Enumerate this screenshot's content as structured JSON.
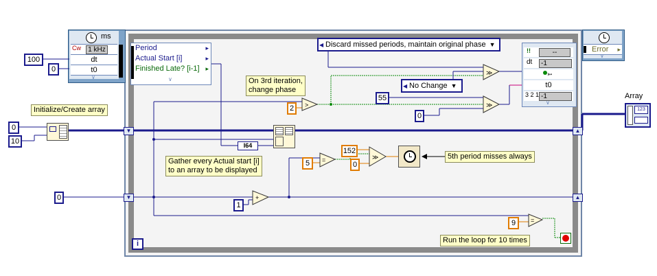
{
  "left_timed": {
    "unit": "ms",
    "rows": [
      {
        "label": "1 kHz",
        "prefix": "Cw"
      },
      {
        "label": "dt"
      },
      {
        "label": "t0"
      }
    ]
  },
  "left_inputs": {
    "dt_const": "100",
    "t0_const": "0"
  },
  "right_timed": {
    "row_label": "Error"
  },
  "left_data_node": {
    "rows": [
      "Period",
      "Actual Start [i]",
      "Finished Late? [i-1]"
    ]
  },
  "discard_dropdown": "Discard missed periods, maintain original phase",
  "no_change_dropdown": "No Change",
  "right_data_node": {
    "rows": [
      {
        "label": "!!",
        "value": "--"
      },
      {
        "label": "dt",
        "value": "-1"
      },
      {
        "label": "",
        "value": ""
      },
      {
        "label": "t0",
        "value": ""
      },
      {
        "label": "3 2 1",
        "value": "-1"
      }
    ]
  },
  "notes": {
    "third_iteration": "On 3rd iteration,\nchange phase",
    "init_array": "Initialize/Create array",
    "gather": "Gather every Actual start [i]\nto an array to be displayed",
    "fifth_period": "5th period misses always",
    "run_loop": "Run the loop for 10 times"
  },
  "constants": {
    "c2": "2",
    "c55": "55",
    "c0_select": "0",
    "c152": "152",
    "c0_small": "0",
    "c5": "5",
    "c1": "1",
    "c9": "9",
    "init_value": "0",
    "init_size": "10",
    "shift_init": "0",
    "i64_label": "I64"
  },
  "array_indicator": {
    "label": "Array",
    "type_text": "123"
  },
  "iteration_terminal": "i",
  "colors": {
    "wire_blue": "#1a1a8c",
    "wire_orange": "#e07b00",
    "wire_green": "#0a8a0a",
    "timed_border": "#7ea3c8",
    "note_bg": "#ffffc8"
  }
}
